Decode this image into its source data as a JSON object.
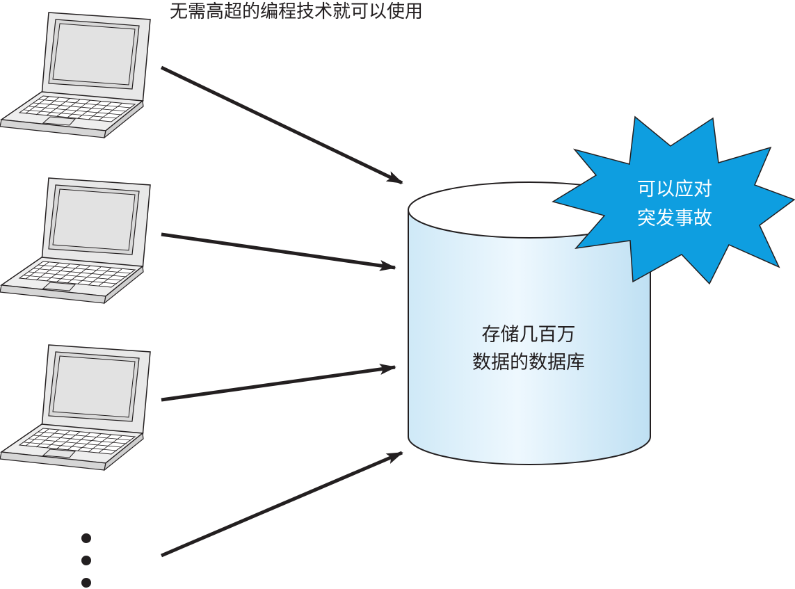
{
  "caption": "无需高超的编程技术就可以使用",
  "database": {
    "line1": "存储几百万",
    "line2": "数据的数据库"
  },
  "burst": {
    "line1": "可以应对",
    "line2": "突发事故"
  },
  "colors": {
    "burst_fill": "#0e9ee0",
    "cylinder_light": "#eaf6fd",
    "cylinder_mid": "#cfe9f7",
    "cylinder_dark": "#bfe0f3",
    "laptop_body": "#ececec",
    "laptop_screen": "#dcdcdc",
    "stroke": "#231f20"
  },
  "icons": [
    "laptop-icon",
    "database-cylinder-icon",
    "starburst-icon",
    "vertical-ellipsis-icon"
  ]
}
